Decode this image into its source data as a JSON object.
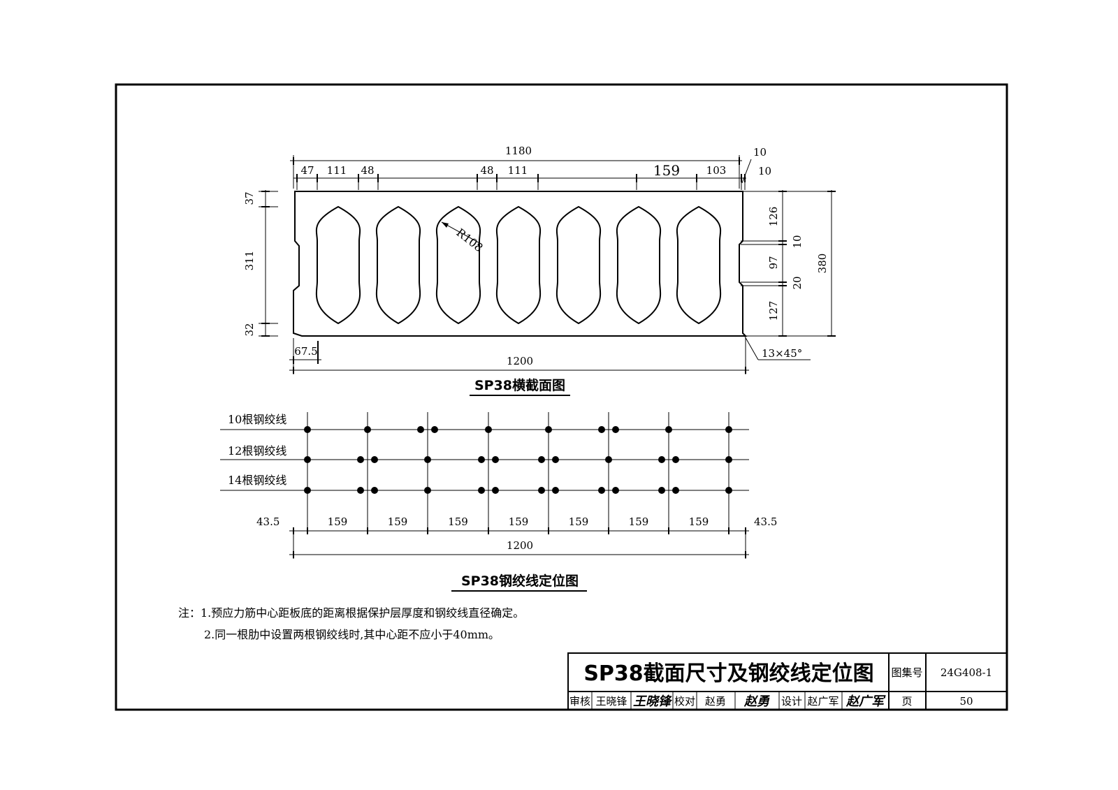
{
  "cross_section": {
    "caption": "SP38横截面图",
    "top_overall": "1180",
    "top_dims": [
      "47",
      "111",
      "48",
      "48",
      "111",
      "159",
      "103",
      "10"
    ],
    "top_right_dim": "10",
    "bottom_overall": "1200",
    "bottom_left": "67.5",
    "chamfer": "13×45°",
    "radius": "R108",
    "left_dims": [
      "37",
      "311",
      "32"
    ],
    "right_dims": [
      "126",
      "10",
      "97",
      "20",
      "127"
    ],
    "right_overall": "380"
  },
  "strand_layout": {
    "caption": "SP38钢绞线定位图",
    "row_labels": [
      "10根钢绞线",
      "12根钢绞线",
      "14根钢绞线"
    ],
    "edge_dim": "43.5",
    "spacings": [
      "159",
      "159",
      "159",
      "159",
      "159",
      "159",
      "159"
    ],
    "overall": "1200"
  },
  "notes": {
    "line1": "注：1.预应力筋中心距板底的距离根据保护层厚度和钢绞线直径确定。",
    "line2": "2.同一根肋中设置两根钢绞线时,其中心距不应小于40mm。"
  },
  "title_block": {
    "title": "SP38截面尺寸及钢绞线定位图",
    "atlas_label": "图集号",
    "atlas_no": "24G408-1",
    "review_label": "审核",
    "reviewer": "王晓锋",
    "reviewer_sig": "王晓锋",
    "check_label": "校对",
    "checker": "赵勇",
    "checker_sig": "赵勇",
    "design_label": "设计",
    "designer": "赵广军",
    "designer_sig": "赵广军",
    "page_label": "页",
    "page_no": "50"
  }
}
